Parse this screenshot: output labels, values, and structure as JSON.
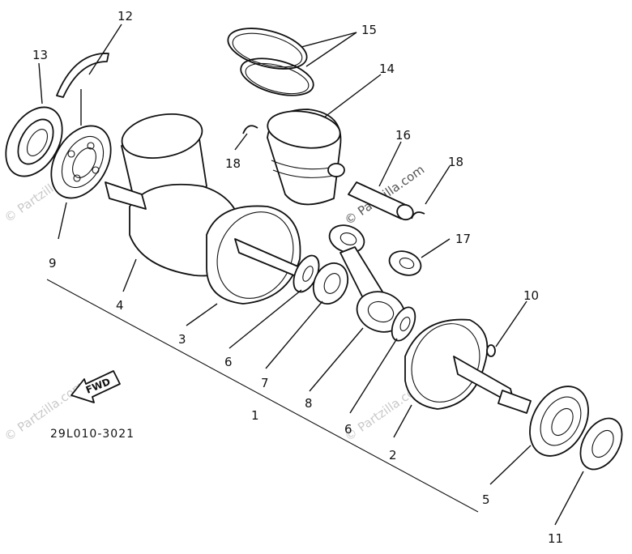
{
  "diagram": {
    "code": "29L010-3021",
    "fwd_label": "FWD",
    "watermark": "© Partzilla.com",
    "callouts": [
      {
        "id": "c1",
        "text": "1"
      },
      {
        "id": "c2",
        "text": "2"
      },
      {
        "id": "c3",
        "text": "3"
      },
      {
        "id": "c4",
        "text": "4"
      },
      {
        "id": "c5",
        "text": "5"
      },
      {
        "id": "c6a",
        "text": "6"
      },
      {
        "id": "c6b",
        "text": "6"
      },
      {
        "id": "c7",
        "text": "7"
      },
      {
        "id": "c8",
        "text": "8"
      },
      {
        "id": "c9",
        "text": "9"
      },
      {
        "id": "c10",
        "text": "10"
      },
      {
        "id": "c11",
        "text": "11"
      },
      {
        "id": "c12",
        "text": "12"
      },
      {
        "id": "c13",
        "text": "13"
      },
      {
        "id": "c14",
        "text": "14"
      },
      {
        "id": "c15",
        "text": "15"
      },
      {
        "id": "c16",
        "text": "16"
      },
      {
        "id": "c17",
        "text": "17"
      },
      {
        "id": "c18a",
        "text": "18"
      },
      {
        "id": "c18b",
        "text": "18"
      }
    ]
  }
}
